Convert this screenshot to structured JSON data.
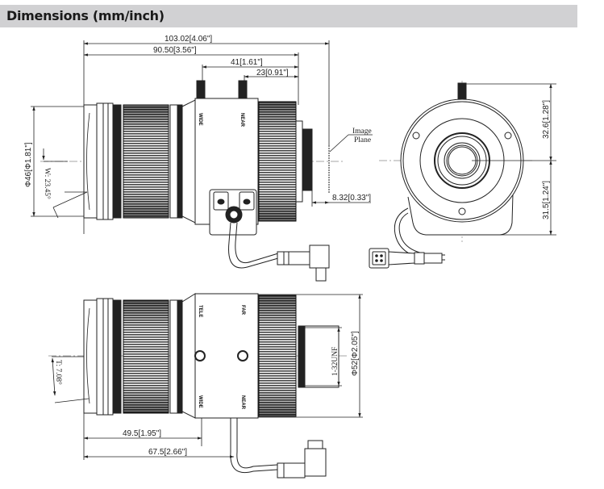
{
  "header": {
    "title": "Dimensions (mm/inch)"
  },
  "drawing": {
    "views": [
      "side-view",
      "front-view",
      "bottom-view"
    ],
    "dimensions": {
      "overall_length": "103.02[4.06\"]",
      "body_length": "90.50[3.56\"]",
      "wide_knob_offset": "41[1.61\"]",
      "near_knob_offset": "23[0.91\"]",
      "flange_back": "8.32[0.33\"]",
      "front_diameter": "Φ46[Φ1.81\"]",
      "wide_angle": "W: 23.45°",
      "tele_angle": "T: 7.08°",
      "upper_height": "32.6[1.28\"]",
      "lower_height": "31.5[1.24\"]",
      "max_diameter": "Φ52[Φ2.05\"]",
      "thread": "1-32UNF",
      "cable_offset_1": "49.5[1.95\"]",
      "cable_offset_2": "67.5[2.66\"]"
    },
    "annotations": {
      "image_plane_line1": "Image",
      "image_plane_line2": "Plane"
    },
    "knob_labels": {
      "wide": "WIDE",
      "near": "NEAR",
      "tele": "TELE",
      "far": "FAR"
    }
  }
}
